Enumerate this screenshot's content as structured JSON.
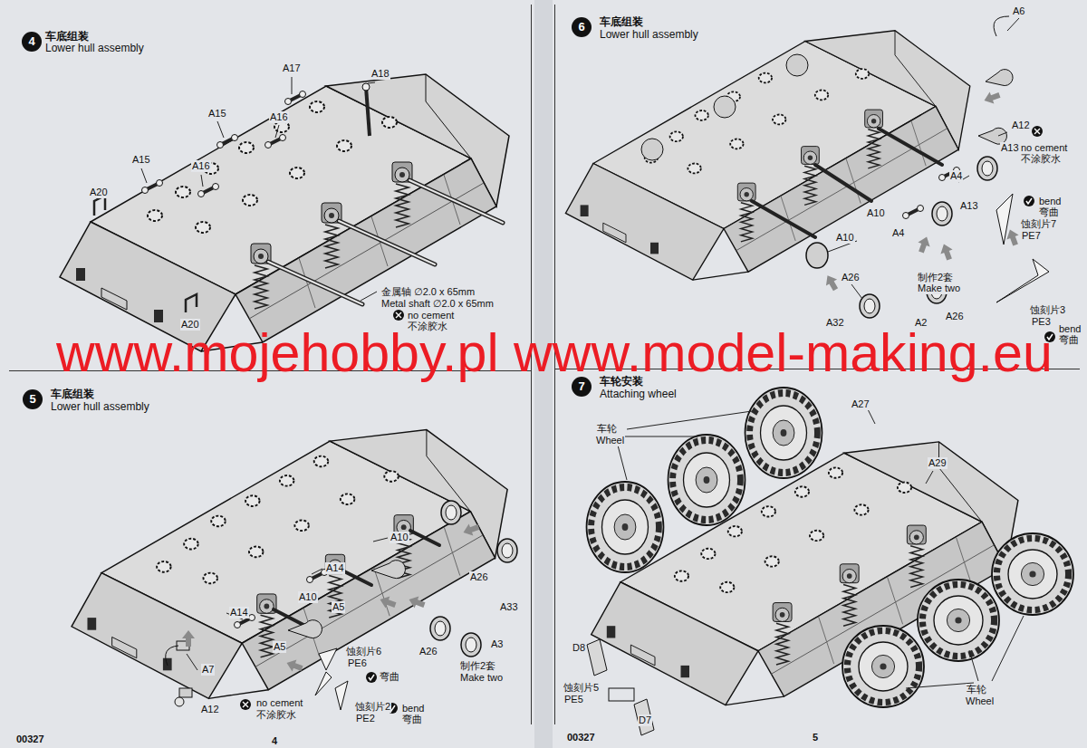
{
  "diagram": {
    "nodes": [
      {
        "text": [
          "车底组装",
          "Lower hull assembly"
        ]
      },
      {
        "text": [
          "4"
        ],
        "in": 0
      },
      {
        "text": [
          "车底组装",
          "Lower hull assembly"
        ]
      },
      {
        "text": [
          "5"
        ],
        "in": 2
      },
      {
        "text": [
          "车底组装",
          "Lower hull assembly"
        ]
      },
      {
        "text": [
          "6"
        ],
        "in": 4
      },
      {
        "text": [
          "车轮安装",
          "Attaching wheel"
        ]
      },
      {
        "text": [
          "7"
        ],
        "in": 6
      }
    ],
    "labels": [
      "A17",
      "A18",
      "A15",
      "A16",
      "A15",
      "A16",
      "A20",
      "A20",
      "金属轴 ∅2.0 x 65mm",
      "Metal shaft ∅2.0 x 65mm",
      "no cement",
      "不涂胶水",
      "A10",
      "A26",
      "A33",
      "A14",
      "A10",
      "A5",
      "A14",
      "A5",
      "A3",
      "A26",
      "制作2套",
      "Make two",
      "蚀刻片6",
      "PE6",
      "弯曲",
      "蚀刻片2",
      "PE2",
      "bend",
      "弯曲",
      "A7",
      "A12",
      "no cement",
      "不涂胶水",
      "A6",
      "A12",
      "A13",
      "no cement",
      "不涂胶水",
      "A4",
      "A13",
      "A10",
      "A4",
      "A10",
      "bend",
      "弯曲",
      "蚀刻片7",
      "PE7",
      "A26",
      "制作2套",
      "Make two",
      "A32",
      "A2",
      "A26",
      "蚀刻片3",
      "PE3",
      "bend",
      "弯曲",
      "车轮",
      "Wheel",
      "A27",
      "A29",
      "D8",
      "蚀刻片5",
      "PE5",
      "D7",
      "车轮",
      "Wheel",
      "00327",
      "4",
      "00327",
      "5",
      "www.mojehobby.pl www.model-making.eu"
    ]
  }
}
